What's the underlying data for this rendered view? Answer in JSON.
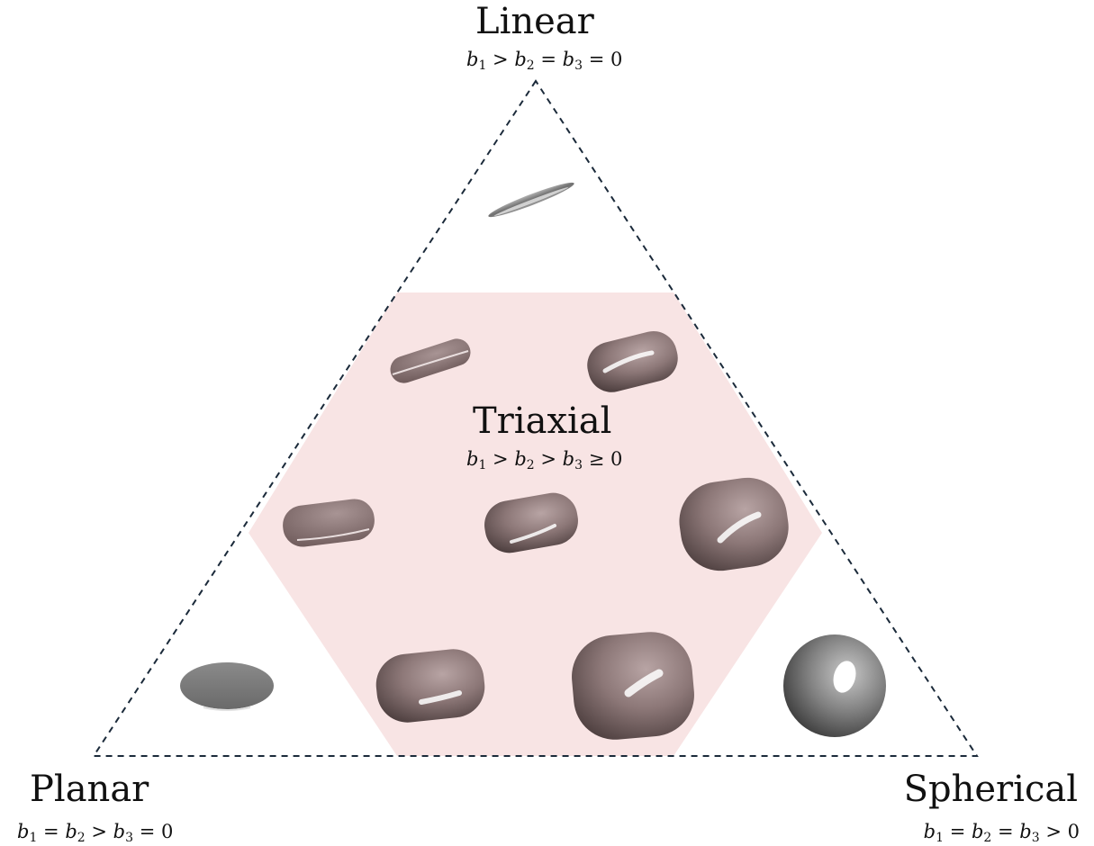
{
  "colors": {
    "triaxial_region": "#f8e4e4",
    "edge": "#1b2a3a",
    "triaxial_shape": "#8a7474",
    "limit_shape": "#7c7c7c"
  },
  "vertices": {
    "linear": {
      "name": "Linear",
      "condition": {
        "b1": "b",
        "s1": "1",
        "op1": " > ",
        "b2": "b",
        "s2": "2",
        "op2": " = ",
        "b3": "b",
        "s3": "3",
        "op3": " = ",
        "rhs": "0"
      }
    },
    "planar": {
      "name": "Planar",
      "condition": {
        "b1": "b",
        "s1": "1",
        "op1": " = ",
        "b2": "b",
        "s2": "2",
        "op2": " > ",
        "b3": "b",
        "s3": "3",
        "op3": " = ",
        "rhs": "0"
      }
    },
    "spherical": {
      "name": "Spherical",
      "condition": {
        "b1": "b",
        "s1": "1",
        "op1": " = ",
        "b2": "b",
        "s2": "2",
        "op2": " = ",
        "b3": "b",
        "s3": "3",
        "op3": " > ",
        "rhs": "0"
      }
    }
  },
  "region": {
    "name": "Triaxial",
    "condition": {
      "b1": "b",
      "s1": "1",
      "op1": " > ",
      "b2": "b",
      "s2": "2",
      "op2": " > ",
      "b3": "b",
      "s3": "3",
      "op3": " ≥ ",
      "rhs": "0"
    }
  }
}
